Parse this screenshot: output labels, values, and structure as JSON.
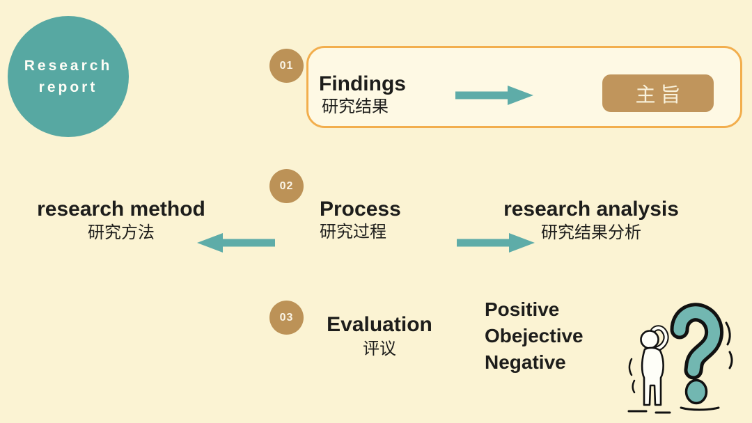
{
  "colors": {
    "background": "#FBF3D3",
    "teal": "#57A8A2",
    "arrow_teal": "#5EACA8",
    "gold_border": "#F2AE4D",
    "panel_fill": "#FEF9E4",
    "badge_tan": "#BC9257",
    "tag_tan": "#C0955C",
    "ink": "#1D1D1B",
    "question_mark_teal": "#72B7B1"
  },
  "logo": {
    "line1": "Research",
    "line2": "report"
  },
  "step1": {
    "number": "01",
    "title": "Findings",
    "subtitle": "研究结果",
    "tag": "主旨"
  },
  "step2": {
    "number": "02",
    "title": "Process",
    "subtitle": "研究过程",
    "left": {
      "title": "research method",
      "subtitle": "研究方法"
    },
    "right": {
      "title": "research analysis",
      "subtitle": "研究结果分析"
    }
  },
  "step3": {
    "number": "03",
    "title": "Evaluation",
    "subtitle": "评议",
    "qualities": [
      "Positive",
      "Obejective",
      "Negative"
    ]
  }
}
